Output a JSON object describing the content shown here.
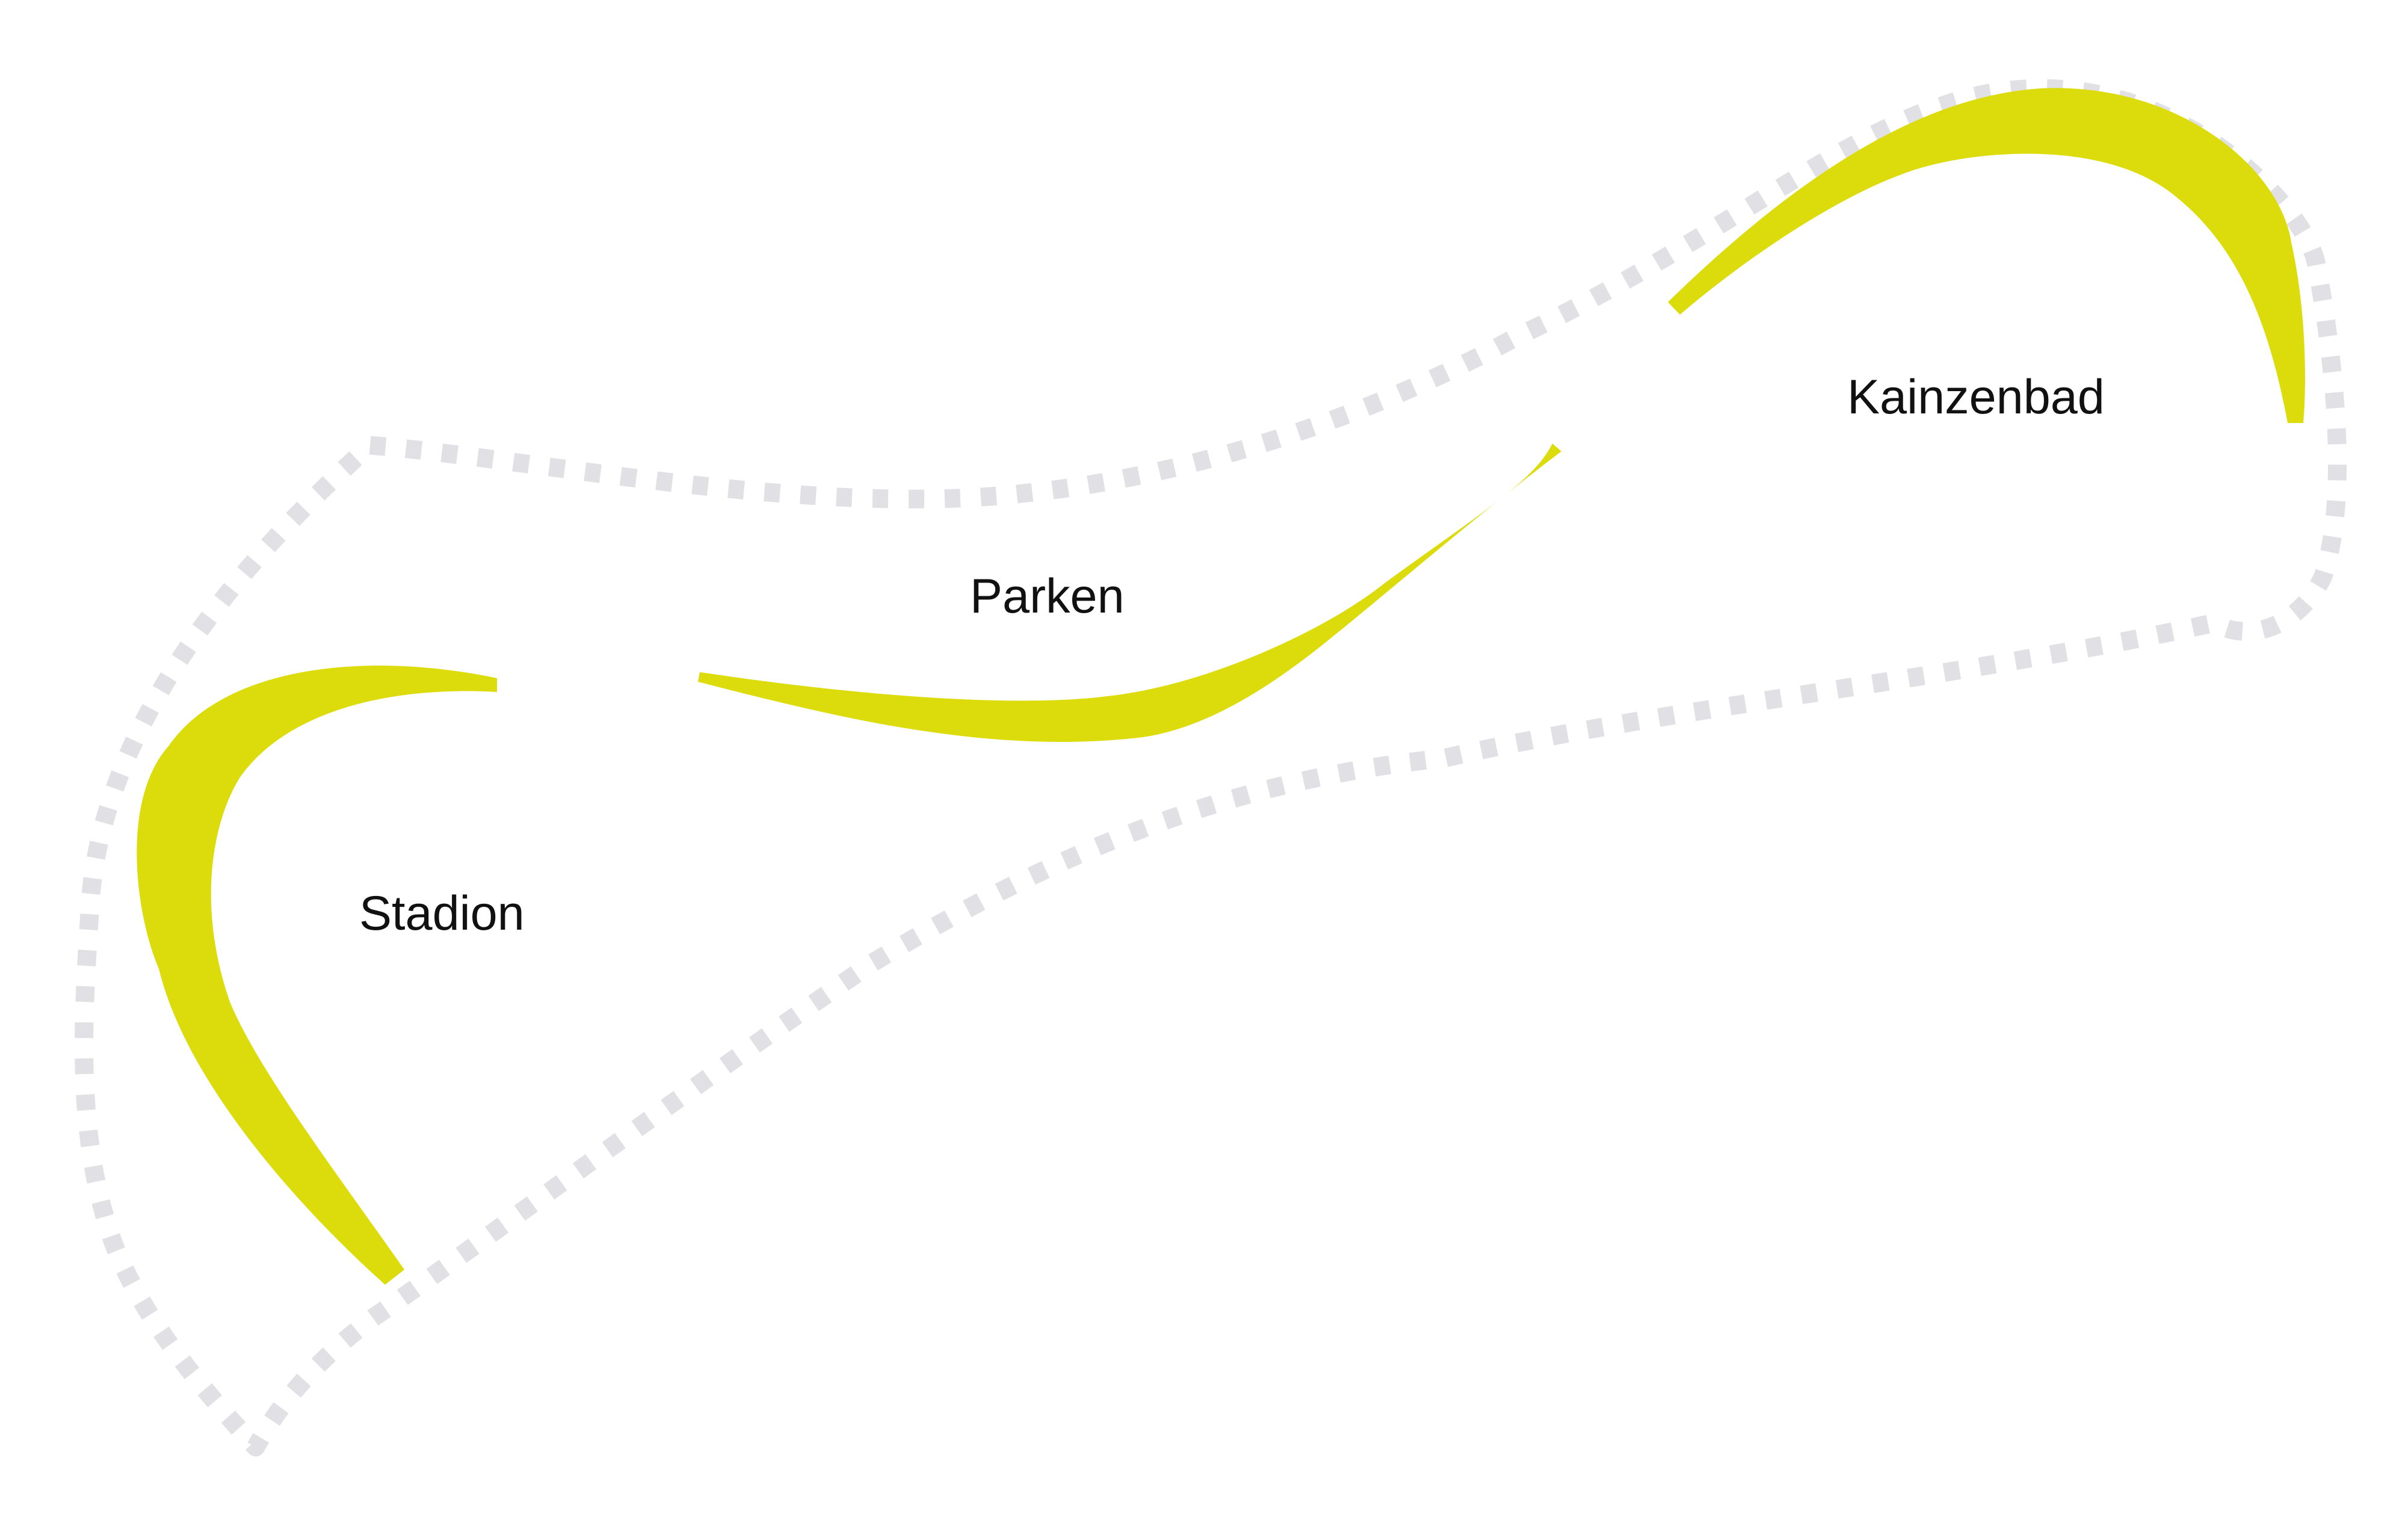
{
  "colors": {
    "background": "#ffffff",
    "accent_yellow": "#dcdc0c",
    "boundary_dots": "#e1e1e5",
    "label_text": "#111111"
  },
  "labels": {
    "kainzenbad": "Kainzenbad",
    "parken": "Parken",
    "stadion": "Stadion"
  }
}
